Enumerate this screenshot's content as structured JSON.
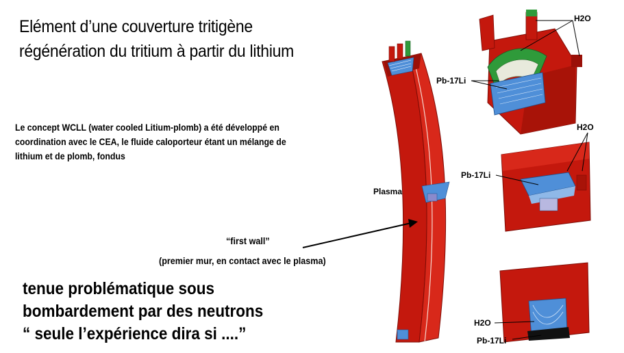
{
  "title": {
    "line1": "Elément d’une couverture tritigène",
    "line2": "régénération du tritium à partir du lithium"
  },
  "description": {
    "line1": "Le concept WCLL (water cooled Litium-plomb) a été développé en",
    "line2": "coordination  avec le CEA, le fluide caloporteur étant un mélange de",
    "line3": "lithium et de plomb, fondus"
  },
  "labels": {
    "plasma": "Plasma",
    "first_wall": "“first wall”",
    "first_wall_note": "(premier mur, en contact avec le plasma)",
    "h2o_top": "H2O",
    "pb17li_top": "Pb-17Li",
    "h2o_mid": "H2O",
    "pb17li_mid": "Pb-17Li",
    "h2o_bottom": "H2O",
    "pb17li_bottom": "Pb-17Li"
  },
  "conclusion": {
    "line1": "tenue problématique sous",
    "line2": "bombardement par des neutrons",
    "line3": "“ seule l’expérience dira si ....”"
  },
  "colors": {
    "blanket_red": "#cc1a0e",
    "blanket_dark": "#8f0d06",
    "lithium_blue": "#4f8fd8",
    "cooling_green": "#2f9a3a"
  }
}
